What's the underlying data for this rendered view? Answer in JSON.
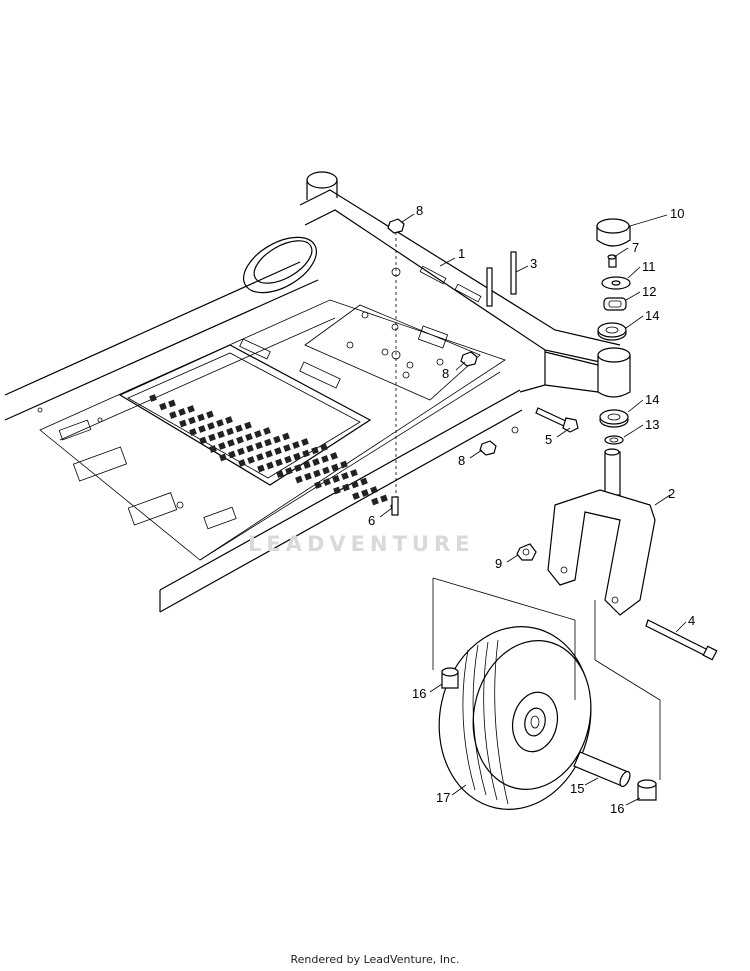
{
  "callouts": [
    {
      "label": "1"
    },
    {
      "label": "2"
    },
    {
      "label": "3"
    },
    {
      "label": "4"
    },
    {
      "label": "5"
    },
    {
      "label": "6"
    },
    {
      "label": "7"
    },
    {
      "label": "8"
    },
    {
      "label": "8"
    },
    {
      "label": "8"
    },
    {
      "label": "9"
    },
    {
      "label": "10"
    },
    {
      "label": "11"
    },
    {
      "label": "12"
    },
    {
      "label": "13"
    },
    {
      "label": "14"
    },
    {
      "label": "14"
    },
    {
      "label": "15"
    },
    {
      "label": "16"
    },
    {
      "label": "16"
    },
    {
      "label": "17"
    }
  ],
  "watermark": "LEADVENTURE",
  "footer": "Rendered by LeadVenture, Inc."
}
